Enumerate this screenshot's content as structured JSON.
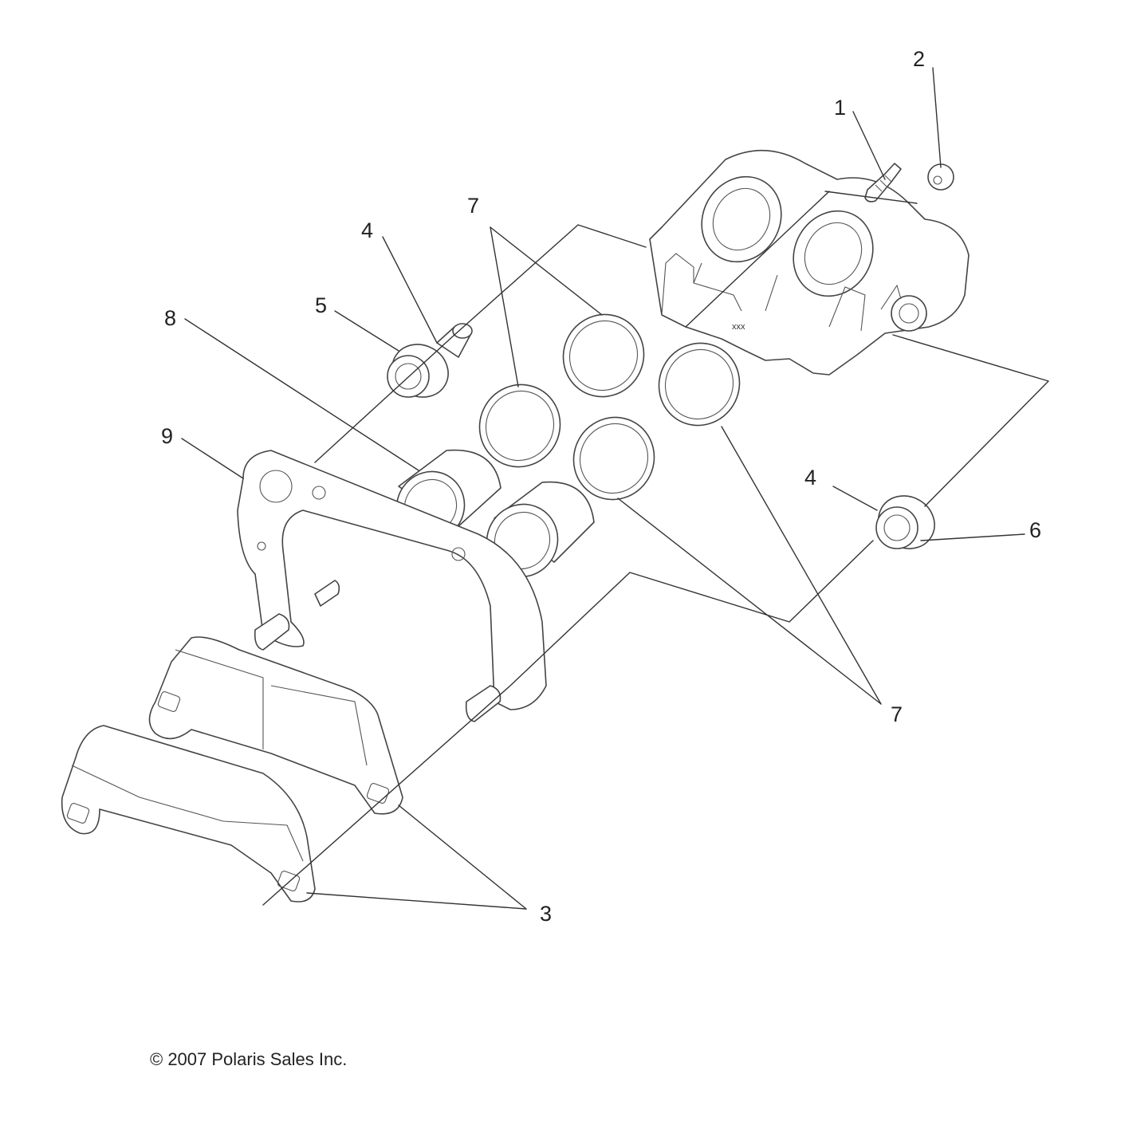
{
  "callouts": [
    {
      "id": "1",
      "label": "1"
    },
    {
      "id": "2",
      "label": "2"
    },
    {
      "id": "3",
      "label": "3"
    },
    {
      "id": "4a",
      "label": "4"
    },
    {
      "id": "4b",
      "label": "4"
    },
    {
      "id": "5",
      "label": "5"
    },
    {
      "id": "6",
      "label": "6"
    },
    {
      "id": "7a",
      "label": "7"
    },
    {
      "id": "7b",
      "label": "7"
    },
    {
      "id": "8",
      "label": "8"
    },
    {
      "id": "9",
      "label": "9"
    }
  ],
  "copyright": "© 2007 Polaris Sales Inc."
}
